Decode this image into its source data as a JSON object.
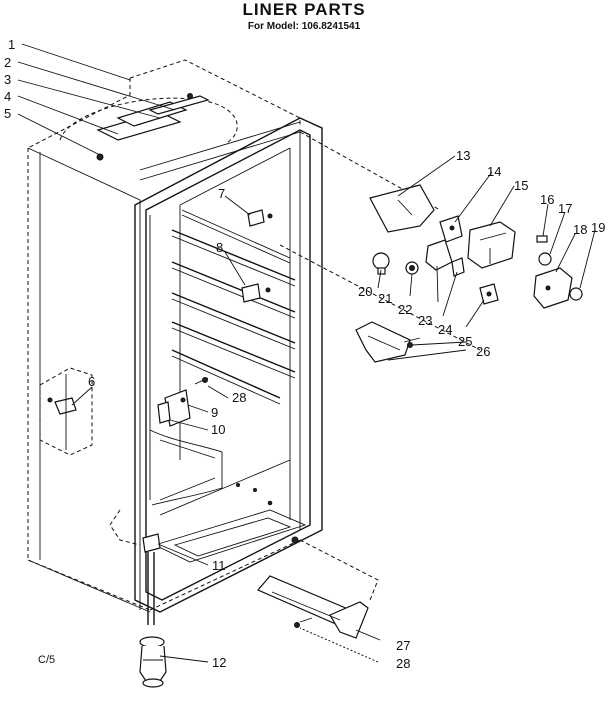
{
  "header": {
    "title": "LINER PARTS",
    "subtitle": "For Model: 106.8241541"
  },
  "footer": {
    "code": "C/5"
  },
  "callouts": [
    {
      "id": "c1",
      "text": "1"
    },
    {
      "id": "c2",
      "text": "2"
    },
    {
      "id": "c3",
      "text": "3"
    },
    {
      "id": "c4",
      "text": "4"
    },
    {
      "id": "c5",
      "text": "5"
    },
    {
      "id": "c6",
      "text": "6"
    },
    {
      "id": "c7",
      "text": "7"
    },
    {
      "id": "c8",
      "text": "8"
    },
    {
      "id": "c9",
      "text": "9"
    },
    {
      "id": "c10",
      "text": "10"
    },
    {
      "id": "c11",
      "text": "11"
    },
    {
      "id": "c12",
      "text": "12"
    },
    {
      "id": "c13",
      "text": "13"
    },
    {
      "id": "c14",
      "text": "14"
    },
    {
      "id": "c15",
      "text": "15"
    },
    {
      "id": "c16",
      "text": "16"
    },
    {
      "id": "c17",
      "text": "17"
    },
    {
      "id": "c18",
      "text": "18"
    },
    {
      "id": "c19",
      "text": "19"
    },
    {
      "id": "c20",
      "text": "20"
    },
    {
      "id": "c21",
      "text": "21"
    },
    {
      "id": "c22",
      "text": "22"
    },
    {
      "id": "c23",
      "text": "23"
    },
    {
      "id": "c24",
      "text": "24"
    },
    {
      "id": "c25",
      "text": "25"
    },
    {
      "id": "c26",
      "text": "26"
    },
    {
      "id": "c27",
      "text": "27"
    },
    {
      "id": "c28a",
      "text": "28"
    },
    {
      "id": "c28b",
      "text": "28"
    }
  ]
}
